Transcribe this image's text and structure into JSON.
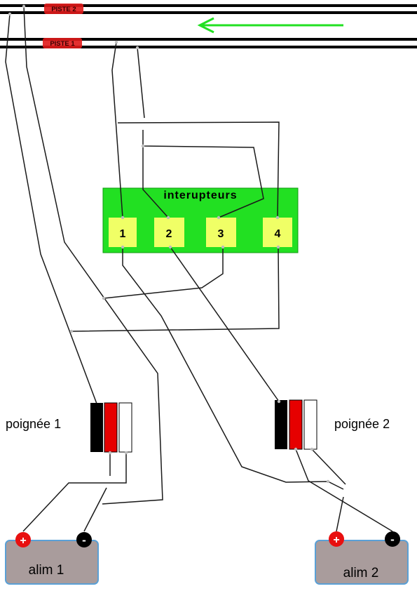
{
  "tracks": {
    "piste2": "PISTE 2",
    "piste1": "PISTE 1"
  },
  "switch_box": {
    "title": "interupteurs",
    "switches": [
      "1",
      "2",
      "3",
      "4"
    ]
  },
  "handles": {
    "handle1": "poignée 1",
    "handle2": "poignée 2"
  },
  "power": {
    "alim1": {
      "label": "alim 1",
      "plus": "+",
      "minus": "-"
    },
    "alim2": {
      "label": "alim 2",
      "plus": "+",
      "minus": "-"
    }
  },
  "colors": {
    "track_tag": "#e01a1a",
    "arrow": "#22e022",
    "switch_box": "#22e022",
    "switch": "#f0ff66",
    "handle_black": "#000000",
    "handle_red": "#e60000",
    "handle_white": "#ffffff",
    "power_box": "#a99c9c",
    "power_border": "#5aa0d6",
    "plus_terminal": "#e81010",
    "minus_terminal": "#000000"
  }
}
